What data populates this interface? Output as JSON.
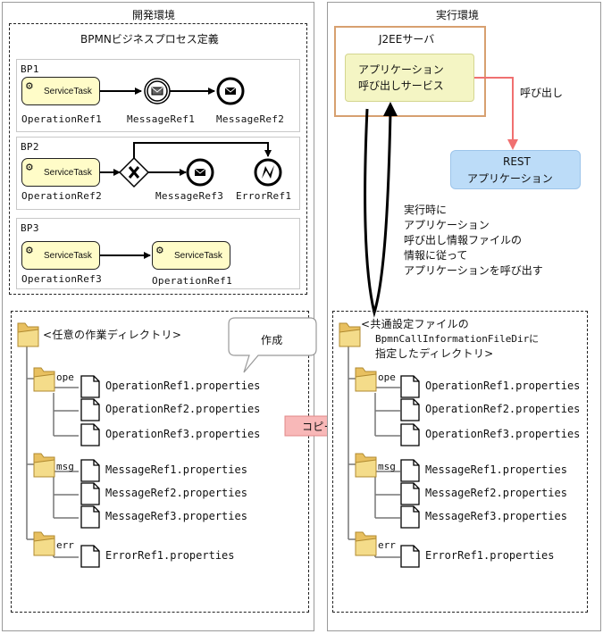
{
  "dev_env": {
    "title": "開発環境",
    "bpmn_title": "BPMNビジネスプロセス定義",
    "bp1": {
      "label": "BP1",
      "task": "ServiceTask",
      "op": "OperationRef1",
      "msg1": "MessageRef1",
      "msg2": "MessageRef2"
    },
    "bp2": {
      "label": "BP2",
      "task": "ServiceTask",
      "op": "OperationRef2",
      "msg": "MessageRef3",
      "err": "ErrorRef1"
    },
    "bp3": {
      "label": "BP3",
      "task1": "ServiceTask",
      "task2": "ServiceTask",
      "op1": "OperationRef3",
      "op2": "OperationRef1"
    },
    "work_dir": "<任意の作業ディレクトリ>",
    "callout": "作成",
    "folders": {
      "ope": "ope",
      "msg": "msg",
      "err": "err"
    },
    "files": {
      "ope": [
        "OperationRef1.properties",
        "OperationRef2.properties",
        "OperationRef3.properties"
      ],
      "msg": [
        "MessageRef1.properties",
        "MessageRef2.properties",
        "MessageRef3.properties"
      ],
      "err": [
        "ErrorRef1.properties"
      ]
    }
  },
  "copy_label": "コピー",
  "run_env": {
    "title": "実行環境",
    "server": "J2EEサーバ",
    "service_line1": "アプリケーション",
    "service_line2": "呼び出しサービス",
    "call_label": "呼び出し",
    "rest_line1": "REST",
    "rest_line2": "アプリケーション",
    "runtime_note": [
      "実行時に",
      "アプリケーション",
      "呼び出し情報ファイルの",
      "情報に従って",
      "アプリケーションを呼び出す"
    ],
    "dir_line1": "<共通設定ファイルの",
    "dir_line2": "BpmnCallInformationFileDirに",
    "dir_line3": "指定したディレクトリ>",
    "folders": {
      "ope": "ope",
      "msg": "msg",
      "err": "err"
    },
    "files": {
      "ope": [
        "OperationRef1.properties",
        "OperationRef2.properties",
        "OperationRef3.properties"
      ],
      "msg": [
        "MessageRef1.properties",
        "MessageRef2.properties",
        "MessageRef3.properties"
      ],
      "err": [
        "ErrorRef1.properties"
      ]
    }
  },
  "colors": {
    "task_fill": "#fffcc8",
    "server_border": "#d7a070",
    "service_fill": "#f4f5c4",
    "rest_fill": "#bcdcf8",
    "call_arrow": "#f07070",
    "copy_fill": "#f8b8b8"
  }
}
